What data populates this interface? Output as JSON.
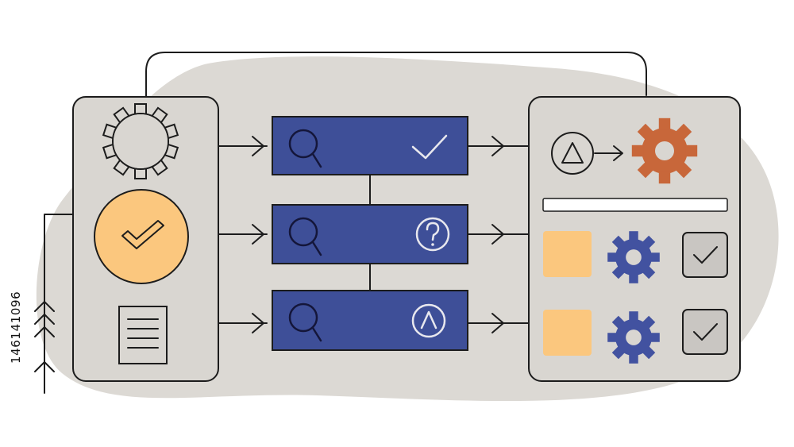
{
  "stock_id": "146141096",
  "colors": {
    "blob": "#dcd9d4",
    "panel": "#d9d6d1",
    "stroke": "#1c1c1c",
    "bar": "#3e4f98",
    "bar_icon": "#e8e8ee",
    "accent_orange": "#fbc77e",
    "gear_orange": "#c8673a",
    "gear_blue": "#4252a0",
    "checkbox": "#c9c6c2",
    "white": "#ffffff"
  },
  "left_panel": {
    "icons": [
      "gear-outline-icon",
      "check-circle-icon",
      "document-icon"
    ]
  },
  "process_bars": [
    {
      "left_icon": "magnifier-icon",
      "status_icon": "checkmark-icon"
    },
    {
      "left_icon": "magnifier-icon",
      "status_icon": "question-circle-icon"
    },
    {
      "left_icon": "magnifier-icon",
      "status_icon": "caret-up-circle-icon"
    }
  ],
  "right_panel": {
    "top_row": [
      "triangle-circle-icon",
      "arrow-right-icon",
      "gear-orange-icon"
    ],
    "rows": [
      {
        "square": "orange-square",
        "gear": "gear-blue-icon",
        "checkbox": "checked-box-icon"
      },
      {
        "square": "orange-square",
        "gear": "gear-blue-icon",
        "checkbox": "checked-box-icon"
      }
    ]
  }
}
